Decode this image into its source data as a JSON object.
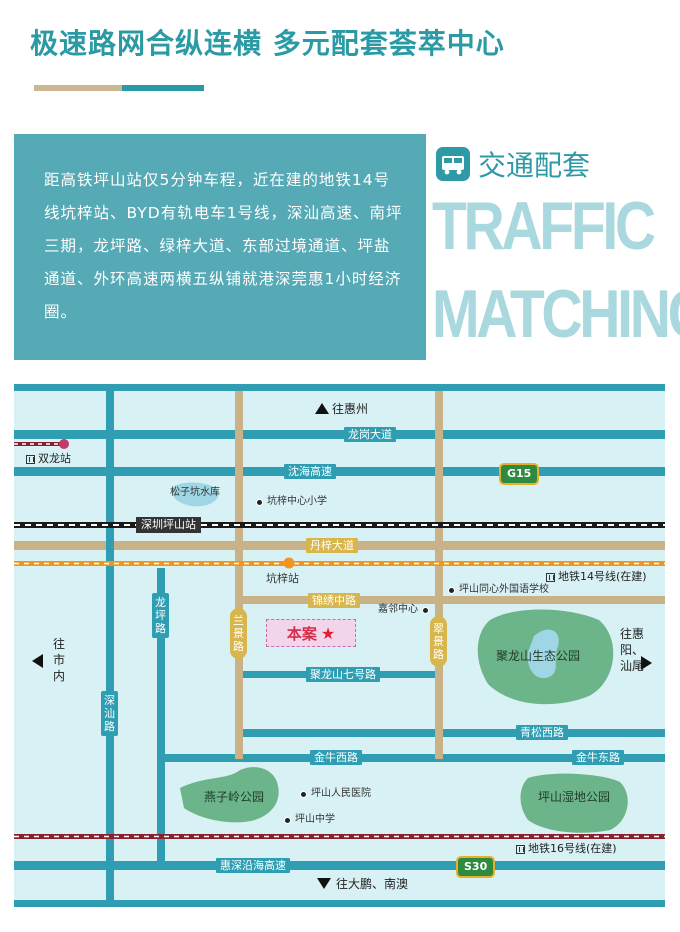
{
  "header": {
    "title": "极速路网合纵连横 多元配套荟萃中心"
  },
  "info": {
    "text": "距高铁坪山站仅5分钟车程，近在建的地铁14号线坑梓站、BYD有轨电车1号线，深汕高速、南坪三期，龙坪路、绿梓大道、东部过境通道、坪盐通道、外环高速两横五纵铺就港深莞惠1小时经济圈。"
  },
  "section": {
    "icon": "bus-icon",
    "heading": "交通配套",
    "en_line1": "TRAFFIC",
    "en_line2": "MATCHING"
  },
  "map": {
    "directions": {
      "north": "往惠州",
      "south": "往大鹏、南澳",
      "west": "往市内",
      "east": "往惠阳、汕尾"
    },
    "roads": {
      "longgang": "龙岗大道",
      "shenhai": "沈海高速",
      "danzi": "丹梓大道",
      "jinxiu": "锦绣中路",
      "julongshan7": "聚龙山七号路",
      "qingsong": "青松西路",
      "jinniu_west": "金牛西路",
      "jinniu_east": "金牛东路",
      "huishen": "惠深沿海高速",
      "longping": "龙坪路",
      "shenshan": "深汕路",
      "lanjing": "兰景路",
      "cuijing": "翠景路"
    },
    "highways": {
      "g15": "G15",
      "s30": "S30"
    },
    "stations": {
      "shuanglong": "双龙站",
      "pingshan": "深圳坪山站",
      "kengzi": "坑梓站",
      "metro14": "地铁14号线(在建)",
      "metro16": "地铁16号线(在建)"
    },
    "pois": {
      "reservoir": "松子坑水库",
      "kengzi_school": "坑梓中心小学",
      "tongxin_school": "坪山同心外国语学校",
      "jialin": "嘉邻中心",
      "hospital": "坪山人民医院",
      "middle_school": "坪山中学"
    },
    "parks": {
      "julongshan": "聚龙山生态公园",
      "yanziling": "燕子岭公园",
      "wetland": "坪山湿地公园"
    },
    "project": "本案",
    "colors": {
      "background": "#d8f1f4",
      "road_blue": "#2f9eb3",
      "road_gold": "#c9b287",
      "park_green": "#6cb489",
      "water": "#9fd6e6",
      "rail_dark": "#1a1a1a",
      "metro_orange": "#f0961e",
      "metro_red": "#8a1f2e",
      "project_pink": "#f3d5ea"
    }
  }
}
